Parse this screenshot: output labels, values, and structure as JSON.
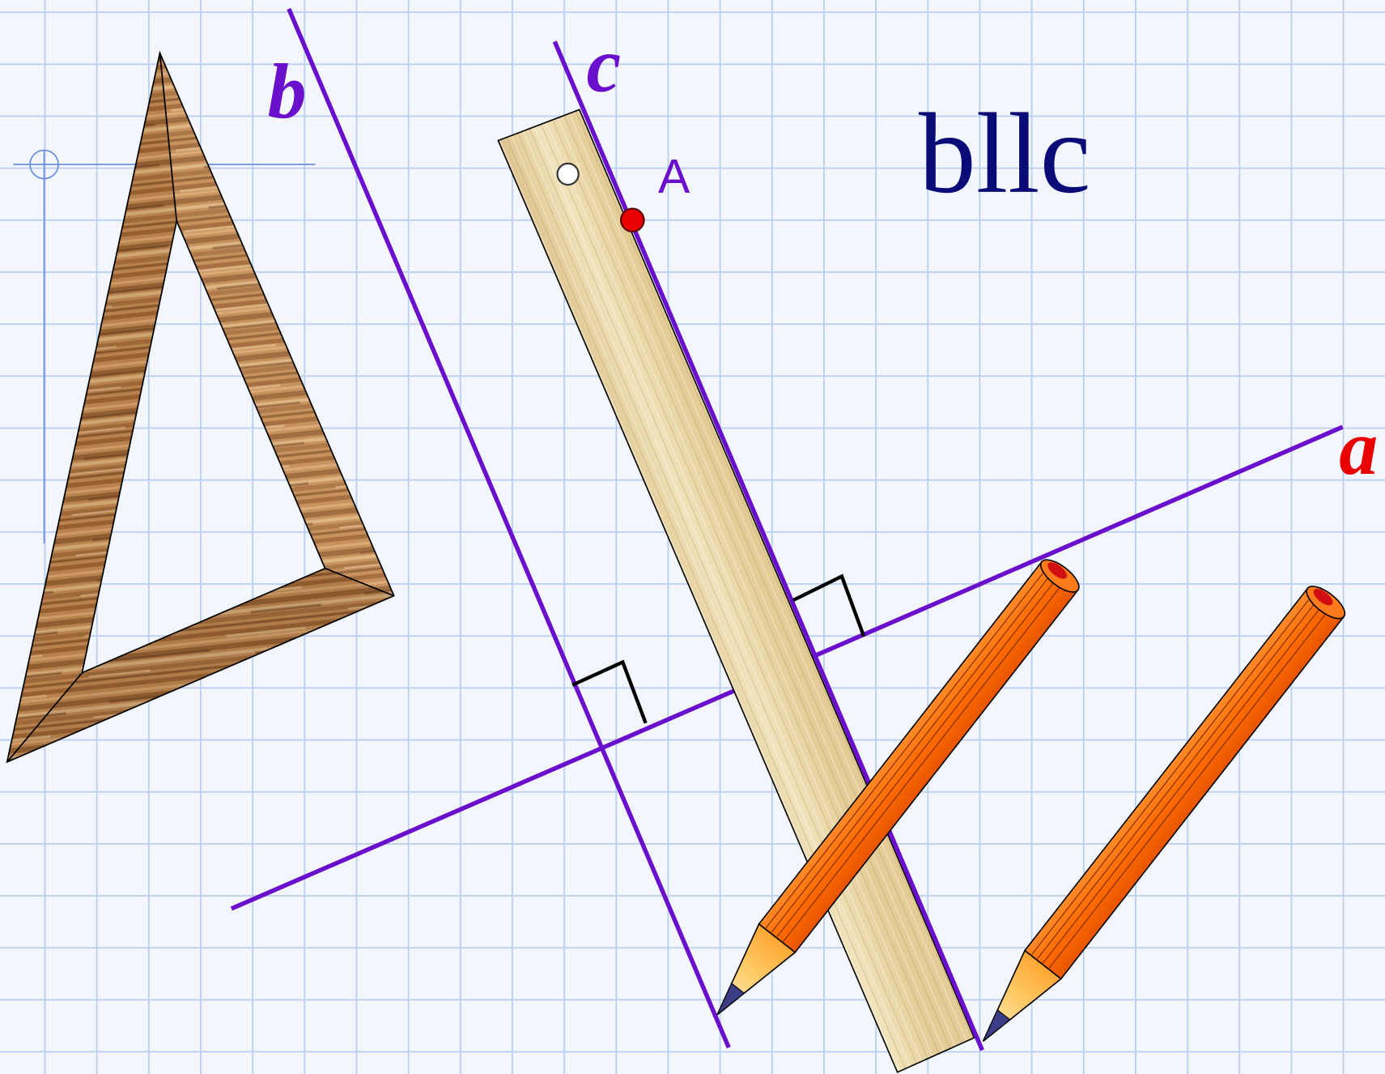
{
  "diagram": {
    "statement": "bllc",
    "line_labels": {
      "a": "a",
      "b": "b",
      "c": "c"
    },
    "point_label": "A"
  },
  "colors": {
    "background": "#f3f7fd",
    "grid": "#bccff0",
    "line": "#6a10cc",
    "label_a": "#e80000",
    "label_b_c": "#6a10cc",
    "point_label": "#6a10cc",
    "point_A": "#e80000",
    "statement": "#0b0b78",
    "right_angle_mark": "#000000",
    "pencil_body": "#ff6a00",
    "pencil_end": "#d01010",
    "ruler": "#ead6a3",
    "set_square": "#c48a52"
  }
}
